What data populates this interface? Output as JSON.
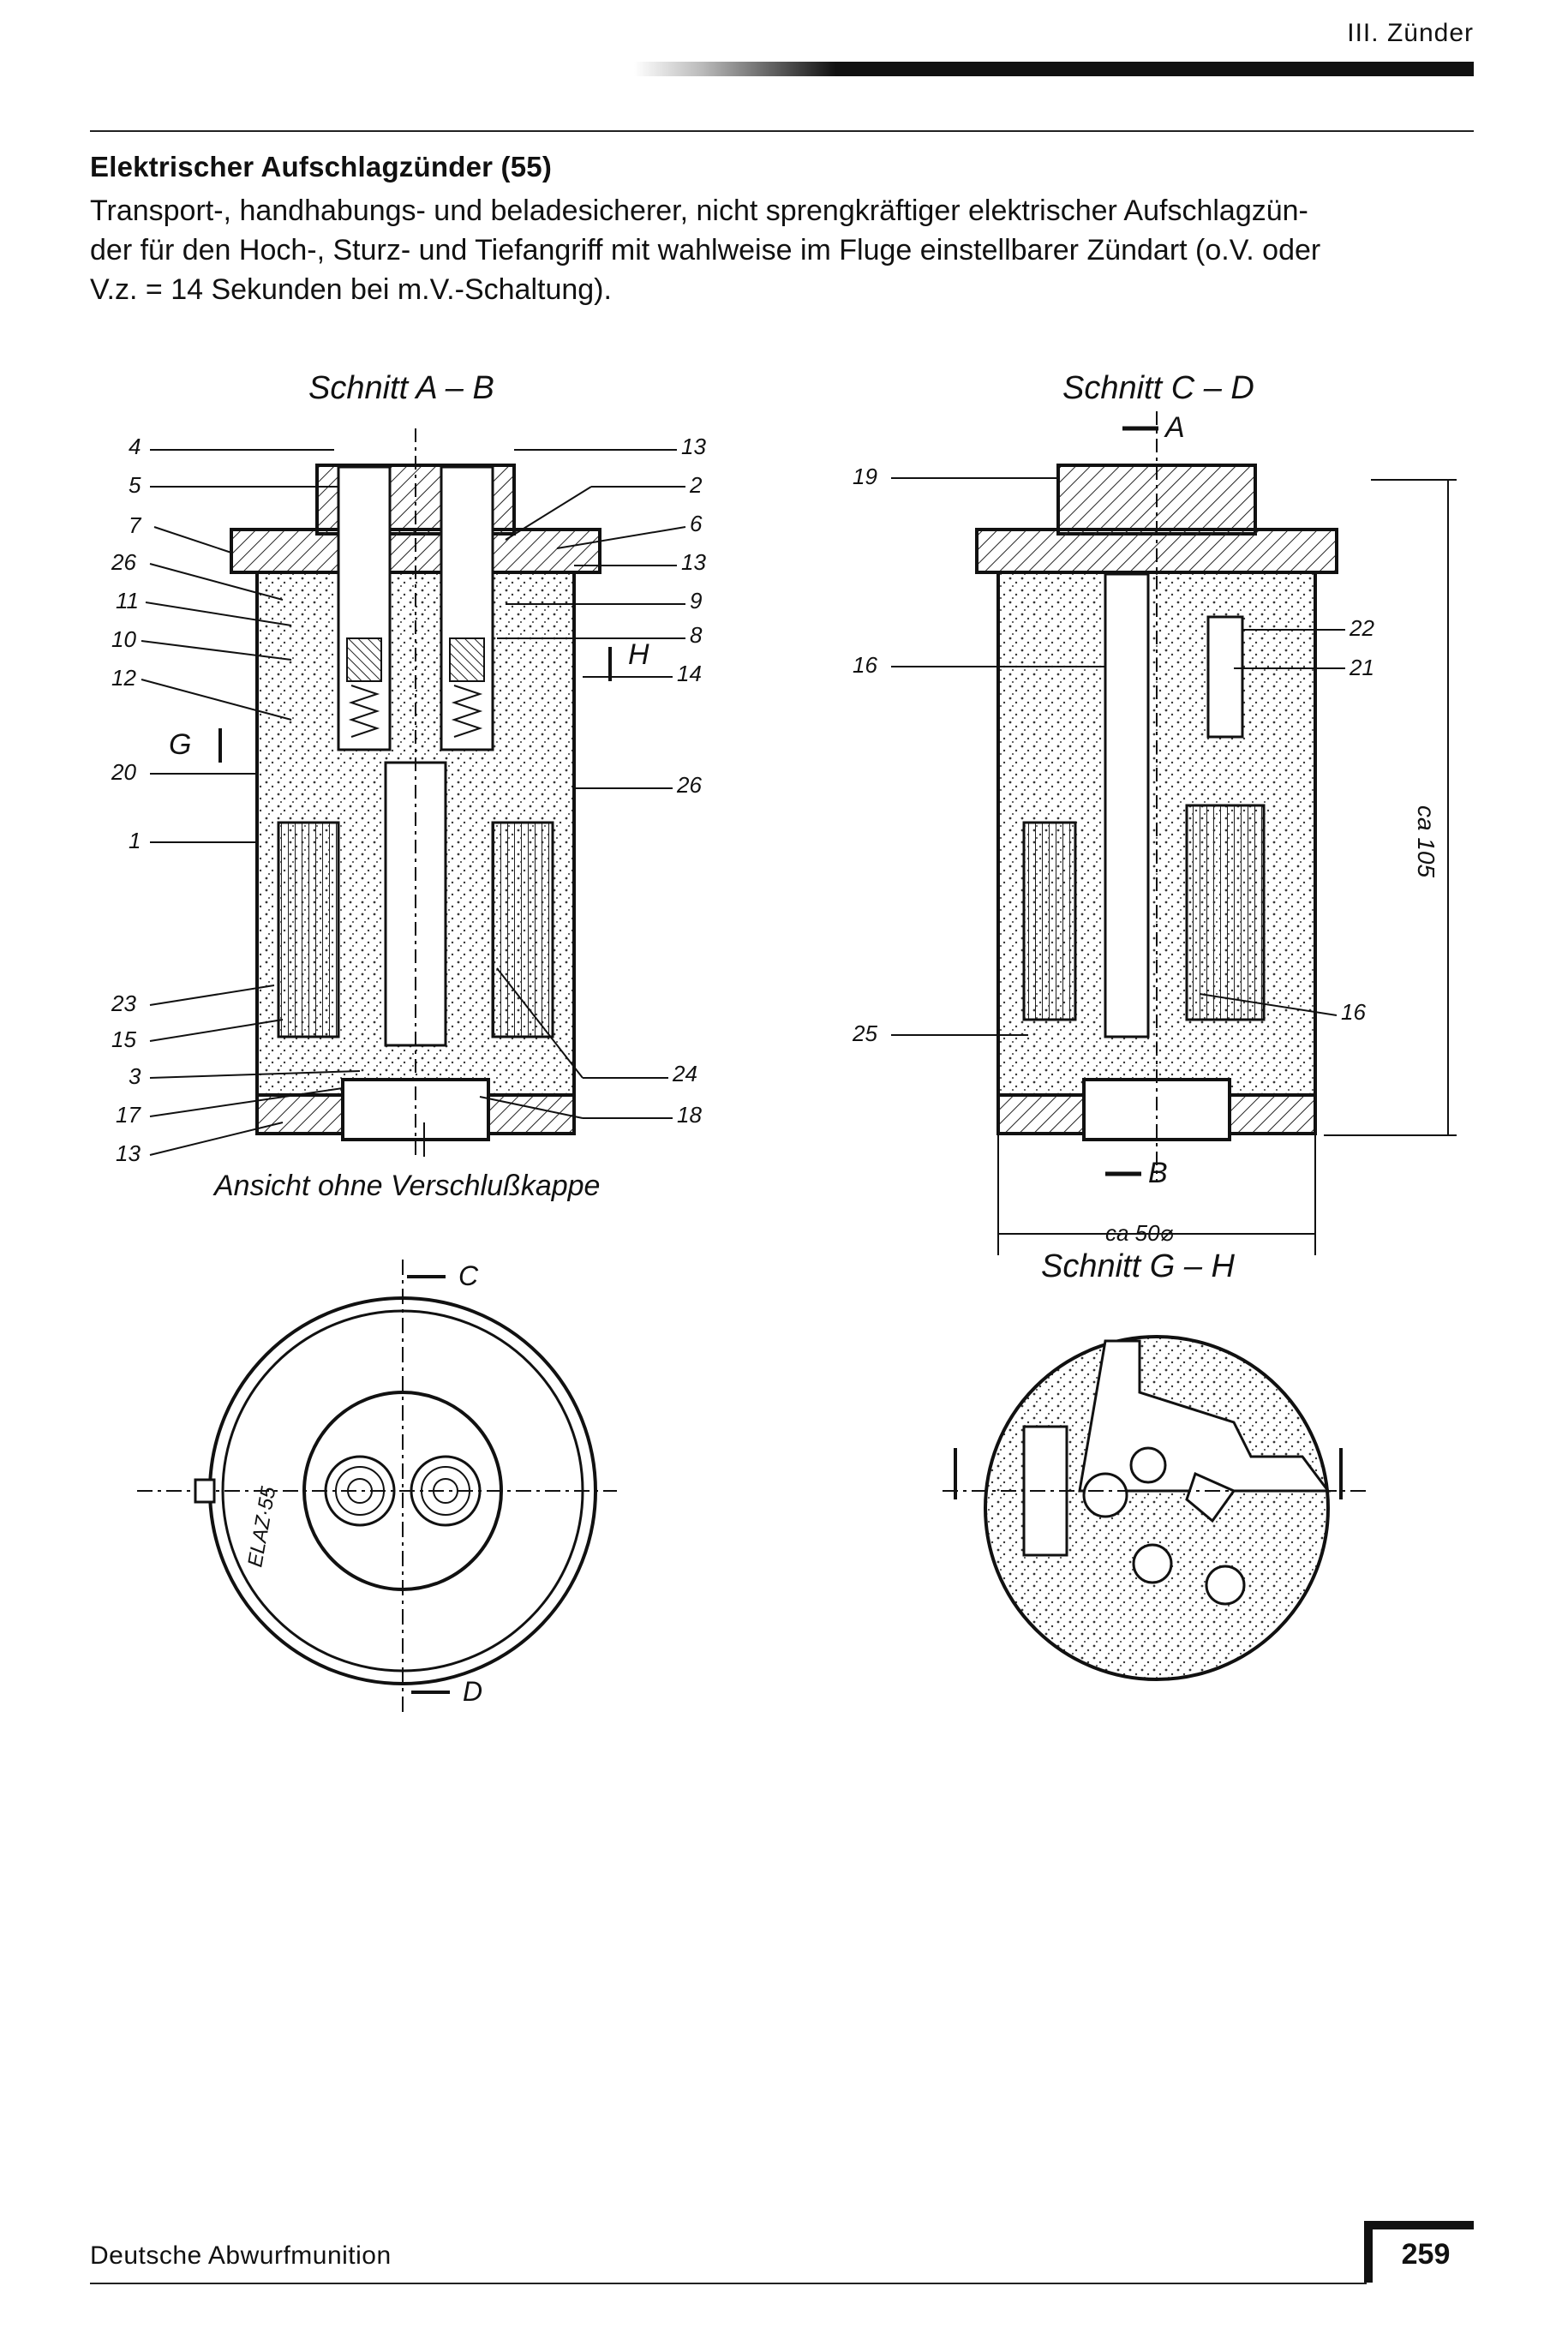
{
  "header": {
    "chapter": "III. Zünder"
  },
  "article": {
    "title": "Elektrischer Aufschlagzünder (55)",
    "intro_lines": [
      "Transport-, handhabungs- und beladesicherer, nicht sprengkräftiger elektrischer Aufschlagzün-",
      "der für den Hoch-, Sturz- und Tiefangriff mit wahlweise im Fluge einstellbarer Zündart (o.V. oder",
      "V.z. = 14 Sekunden bei m.V.-Schaltung)."
    ]
  },
  "figure": {
    "section_ab_title": "Schnitt A – B",
    "section_cd_title": "Schnitt C – D",
    "section_gh_title": "Schnitt G – H",
    "view_caption": "Ansicht ohne Verschlußkappe",
    "marker_a": "A",
    "marker_b": "B",
    "marker_c": "C",
    "marker_d": "D",
    "marker_g": "G",
    "marker_h": "H",
    "dim_height": "ca 105",
    "dim_width": "ca 50⌀",
    "stamp_text": "ELAZ·55",
    "left_labels": [
      "4",
      "5",
      "7",
      "26",
      "11",
      "10",
      "12",
      "20",
      "1",
      "23",
      "15",
      "3",
      "17",
      "13"
    ],
    "right_labels": [
      "13",
      "2",
      "6",
      "13",
      "9",
      "8",
      "14",
      "26",
      "24",
      "18"
    ],
    "cd_left_labels": [
      "19",
      "16",
      "25"
    ],
    "cd_right_labels": [
      "22",
      "21",
      "16"
    ]
  },
  "footer": {
    "book_title": "Deutsche Abwurfmunition",
    "page_number": "259"
  }
}
